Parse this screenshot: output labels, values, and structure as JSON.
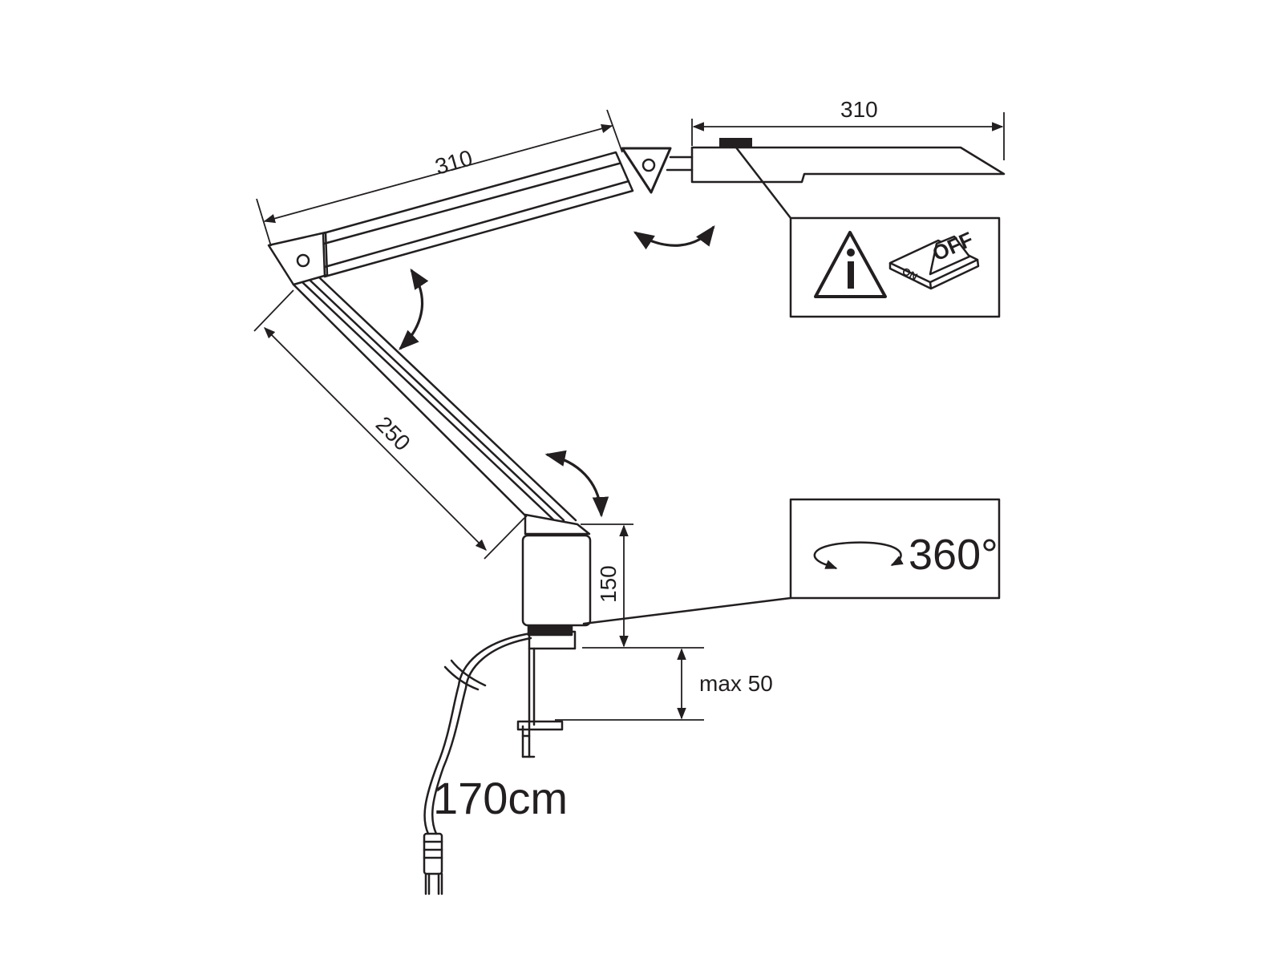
{
  "dimensions": {
    "upper_arm": "310",
    "lamp_head": "310",
    "lower_arm": "250",
    "base_height": "150",
    "clamp_max": "max 50",
    "cable_length": "170cm"
  },
  "panels": {
    "switch": {
      "off_label": "OFF",
      "on_label": "ON"
    },
    "rotation": {
      "degrees": "360°"
    }
  },
  "colors": {
    "stroke": "#231f20",
    "background": "#ffffff"
  }
}
